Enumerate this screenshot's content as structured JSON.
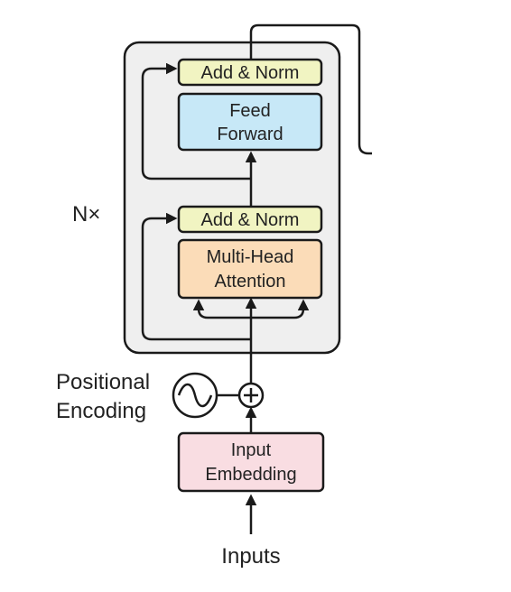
{
  "encoder": {
    "repeat_label": "N×",
    "add_norm_top": "Add & Norm",
    "feed_forward": [
      "Feed",
      "Forward"
    ],
    "add_norm_bottom": "Add & Norm",
    "multi_head_attention": [
      "Multi-Head",
      "Attention"
    ]
  },
  "positional_encoding": [
    "Positional",
    "Encoding"
  ],
  "input_embedding": [
    "Input",
    "Embedding"
  ],
  "inputs_label": "Inputs",
  "colors": {
    "add_norm_fill": "#f1f4c2",
    "feed_forward_fill": "#c7e8f7",
    "attention_fill": "#fbdcb8",
    "embedding_fill": "#f9dde2",
    "encoder_container_fill": "#efefef",
    "stroke": "#1a1a1a"
  }
}
